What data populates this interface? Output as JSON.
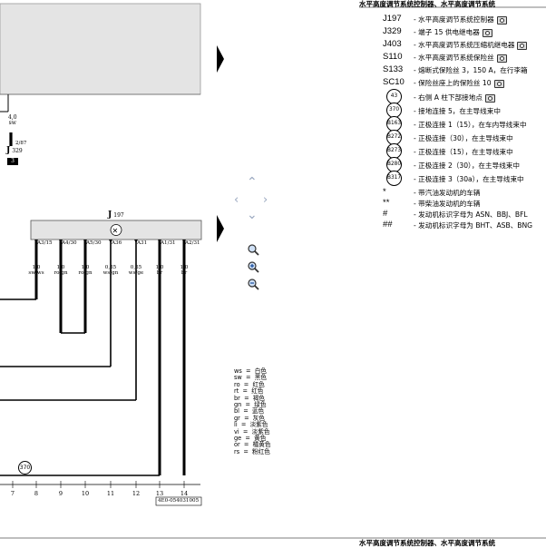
{
  "header": {
    "title": "水平高度调节系统控制器、水平高度调节系统"
  },
  "footer": {
    "title": "水平高度调节系统控制器、水平高度调节系统"
  },
  "legend": {
    "items": [
      {
        "code": "J197",
        "desc": "水平高度调节系统控制器",
        "camera": true
      },
      {
        "code": "J329",
        "desc": "端子 15 供电继电器",
        "camera": true
      },
      {
        "code": "J403",
        "desc": "水平高度调节系统压缩机继电器",
        "camera": true
      },
      {
        "code": "S110",
        "desc": "水平高度调节系统保险丝",
        "camera": true
      },
      {
        "code": "S133",
        "desc": "熔断式保险丝 3，150 A，在行李箱",
        "camera": false
      },
      {
        "code": "SC10",
        "desc": "保险丝座上的保险丝 10",
        "camera": true
      }
    ],
    "connections": [
      {
        "code": "43",
        "desc": "右侧 A 柱下部接地点",
        "camera": true
      },
      {
        "code": "370",
        "desc": "接地连接 5，在主导线束中",
        "camera": false
      },
      {
        "code": "B163",
        "desc": "正极连接 1（15），在车内导线束中",
        "camera": false
      },
      {
        "code": "B272",
        "desc": "正极连接（30），在主导线束中",
        "camera": false
      },
      {
        "code": "B273",
        "desc": "正极连接（15），在主导线束中",
        "camera": false
      },
      {
        "code": "B280",
        "desc": "正极连接 2（30），在主导线束中",
        "camera": false
      },
      {
        "code": "B317",
        "desc": "正极连接 3（30a），在主导线束中",
        "camera": false
      }
    ],
    "notes": [
      {
        "code": "*",
        "desc": "带汽油发动机的车辆"
      },
      {
        "code": "**",
        "desc": "带柴油发动机的车辆"
      },
      {
        "code": "#",
        "desc": "发动机标识字母为 ASN、BBJ、BFL"
      },
      {
        "code": "##",
        "desc": "发动机标识字母为 BHT、ASB、BNG"
      }
    ]
  },
  "schematic": {
    "j329_label": "J",
    "j329_sub": "329",
    "j329_pin": "2/87",
    "j329_box": "3",
    "wire_top": {
      "size": "4,0",
      "color": "sw"
    },
    "j197_label": "J",
    "j197_sub": "197",
    "pins": [
      "A3/15",
      "A4/30",
      "A5/30",
      "A36",
      "A31",
      "A1/31",
      "A2/31"
    ],
    "wires": [
      {
        "size": "1,0",
        "color": "sw/ws"
      },
      {
        "size": "1,0",
        "color": "ro/gn"
      },
      {
        "size": "1,0",
        "color": "ro/gn"
      },
      {
        "size": "0,35",
        "color": "ws/gn"
      },
      {
        "size": "0,35",
        "color": "ws/ge"
      },
      {
        "size": "1,0",
        "color": "br"
      },
      {
        "size": "1,0",
        "color": "br"
      }
    ],
    "ground_label": "370",
    "track_numbers": [
      "7",
      "8",
      "9",
      "10",
      "11",
      "12",
      "13",
      "14"
    ],
    "doc_id": "4E0-054031005"
  },
  "color_key": [
    "ws  =  白色",
    "sw  =  黑色",
    "ro  =  红色",
    "rt  =  红色",
    "br  =  褐色",
    "gn  =  绿色",
    "bl  =  蓝色",
    "gr  =  灰色",
    "li  =  淡紫色",
    "vi  =  淡紫色",
    "ge  =  黄色",
    "or  =  橘黄色",
    "rs  =  粉红色"
  ],
  "controls": {
    "nav_up": "up-arrow",
    "nav_left": "left-arrow",
    "nav_right": "right-arrow",
    "nav_down": "down-arrow",
    "zoom_fit": "zoom-fit",
    "zoom_in": "zoom-in",
    "zoom_out": "zoom-out"
  }
}
